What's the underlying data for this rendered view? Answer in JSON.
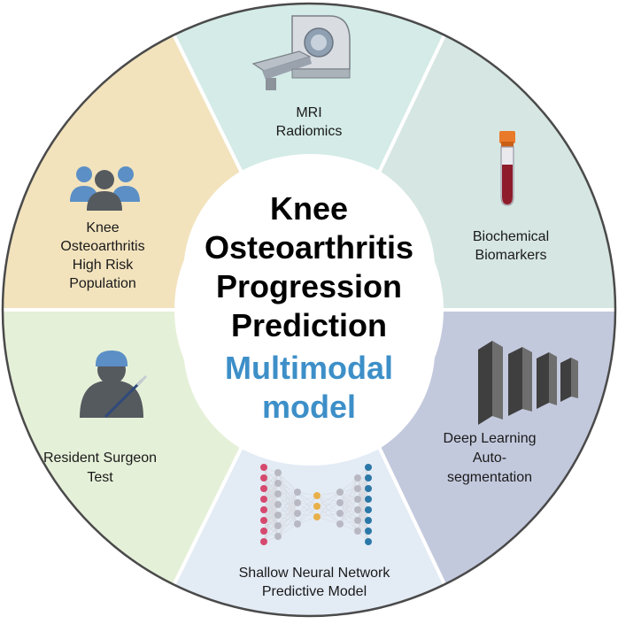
{
  "center": {
    "title_lines": [
      "Knee",
      "Osteoarthritis",
      "Progression",
      "Prediction"
    ],
    "subtitle_lines": [
      "Multimodal",
      "model"
    ],
    "subtitle_color": "#3d8fc8"
  },
  "segments": {
    "mri": {
      "lines": [
        "MRI",
        "Radiomics"
      ],
      "fill": "#d4ebe7",
      "icon": "mri-scanner-icon"
    },
    "biochemical": {
      "lines": [
        "Biochemical",
        "Biomarkers"
      ],
      "fill": "#d6e6e2",
      "icon": "blood-tube-icon"
    },
    "deep_learning": {
      "lines": [
        "Deep Learning",
        "Auto-",
        "segmentation"
      ],
      "fill": "#c3c9dd",
      "icon": "cnn-layers-icon"
    },
    "shallow_nn": {
      "lines": [
        "Shallow Neural Network",
        "Predictive Model"
      ],
      "fill": "#e3ebf5",
      "icon": "neural-network-icon"
    },
    "surgeon": {
      "lines": [
        "Resident Surgeon",
        "Test"
      ],
      "fill": "#e5f0d8",
      "icon": "surgeon-icon"
    },
    "population": {
      "lines": [
        "Knee",
        "Osteoarthritis",
        "High Risk",
        "Population"
      ],
      "fill": "#f2e3bd",
      "icon": "people-group-icon"
    }
  }
}
